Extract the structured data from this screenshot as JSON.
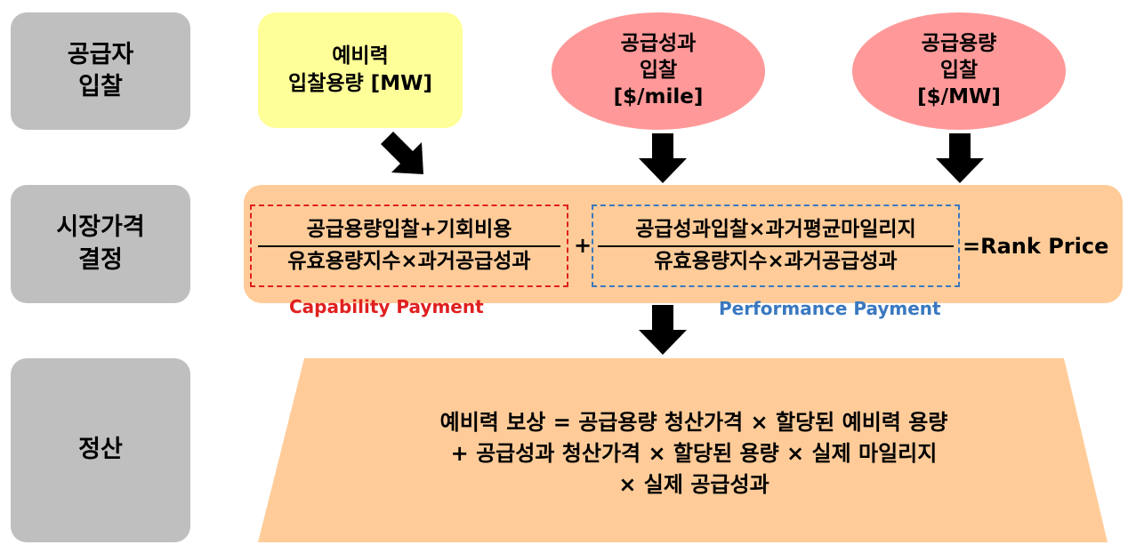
{
  "rows": {
    "supplier_bid": "공급자\n입찰",
    "market_price": "시장가격\n결정",
    "settlement": "정산"
  },
  "bids": {
    "reserve_capacity": "예비력\n입찰용량 [MW]",
    "performance": "공급성과\n입찰\n[$/mile]",
    "capacity": "공급용량\n입찰\n[$/MW]"
  },
  "formula": {
    "capability_numerator": "공급용량입찰+기회비용",
    "capability_denominator": "유효용량지수×과거공급성과",
    "plus": "+",
    "performance_numerator": "공급성과입찰×과거평균마일리지",
    "performance_denominator": "유효용량지수×과거공급성과",
    "result": "=Rank Price",
    "capability_label": "Capability Payment",
    "performance_label": "Performance Payment"
  },
  "settlement_text": {
    "line1": "예비력 보상 = 공급용량 청산가격 × 할당된 예비력 용량",
    "line2": "+ 공급성과 청산가격 × 할당된 용량 × 실제 마일리지",
    "line3": "× 실제 공급성과"
  },
  "colors": {
    "label_gray": "#bfbfbf",
    "yellow": "#ffff99",
    "pink": "#ff9999",
    "orange": "#ffcc99",
    "capability_red": "#e02020",
    "performance_blue": "#3a78c0"
  }
}
